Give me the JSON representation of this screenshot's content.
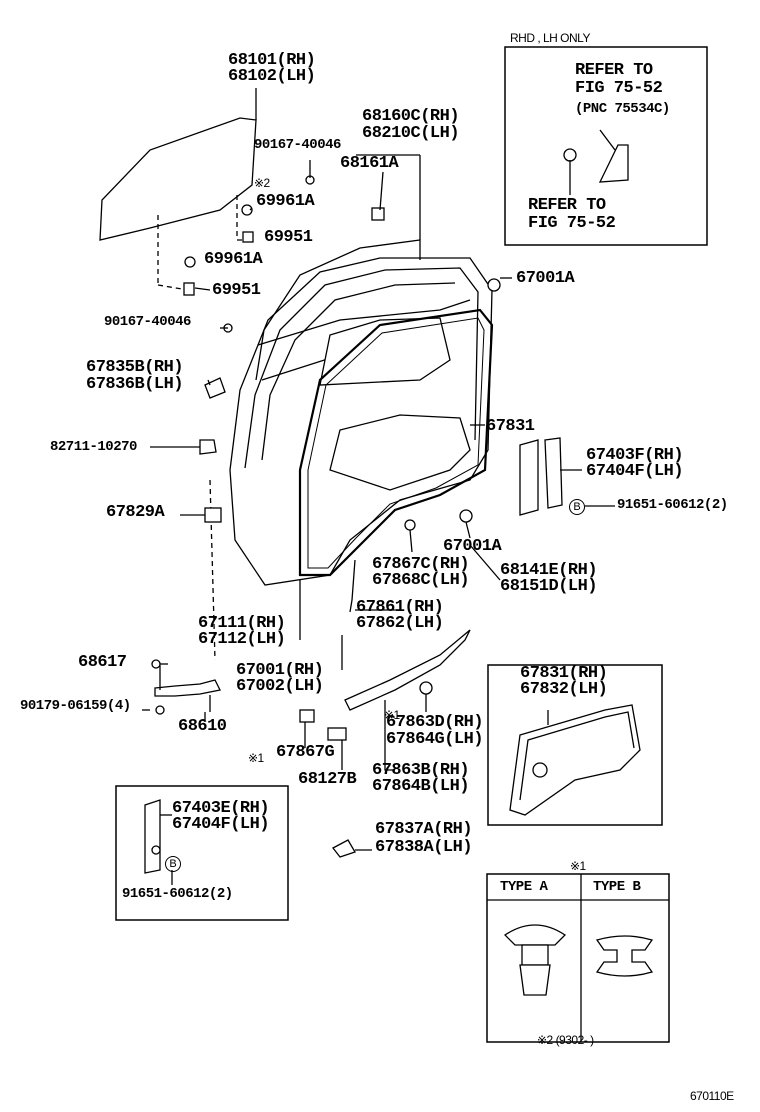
{
  "inset_top": {
    "header": "RHD , LH ONLY",
    "refer1_line1": "REFER TO",
    "refer1_line2": "FIG 75-52",
    "refer1_pnc": "(PNC 75534C)",
    "refer2_line1": "REFER TO",
    "refer2_line2": "FIG 75-52"
  },
  "parts": {
    "p68101": "68101(RH)",
    "p68102": "68102(LH)",
    "p90167a": "90167-40046",
    "p68160c": "68160C(RH)",
    "p68210c": "68210C(LH)",
    "p68161a": "68161A",
    "mark2": "※2",
    "p69961a_1": "69961A",
    "p69951_1": "69951",
    "p69961a_2": "69961A",
    "p69951_2": "69951",
    "p67001a_1": "67001A",
    "p90167b": "90167-40046",
    "p67835b": "67835B(RH)",
    "p67836b": "67836B(LH)",
    "p82711": "82711-10270",
    "p67831": "67831",
    "p67403f": "67403F(RH)",
    "p67404f": "67404F(LH)",
    "p91651_1": "91651-60612(2)",
    "p67829a": "67829A",
    "p67001a_2": "67001A",
    "p67867c": "67867C(RH)",
    "p67868c": "67868C(LH)",
    "p68141e": "68141E(RH)",
    "p68151d": "68151D(LH)",
    "p67861": "67861(RH)",
    "p67862": "67862(LH)",
    "p67111": "67111(RH)",
    "p67112": "67112(LH)",
    "p68617": "68617",
    "p67001": "67001(RH)",
    "p67002": "67002(LH)",
    "p90179": "90179-06159(4)",
    "p68610": "68610",
    "mark1a": "※1",
    "p67863d": "67863D(RH)",
    "p67864g": "67864G(LH)",
    "mark1b": "※1",
    "p67867g": "67867G",
    "p68127b": "68127B",
    "p67863b": "67863B(RH)",
    "p67864b": "67864B(LH)",
    "p67837a": "67837A(RH)",
    "p67838a": "67838A(LH)"
  },
  "inset_trim": {
    "p67831": "67831(RH)",
    "p67832": "67832(LH)"
  },
  "inset_left": {
    "p67403e": "67403E(RH)",
    "p67404f": "67404F(LH)",
    "p91651": "91651-60612(2)",
    "bolt_mark": "B"
  },
  "bolt_mark": "B",
  "type_table": {
    "mark": "※1",
    "type_a": "TYPE A",
    "type_b": "TYPE B"
  },
  "footnote": "※2 (9302-      )",
  "figure_code": "670110E"
}
